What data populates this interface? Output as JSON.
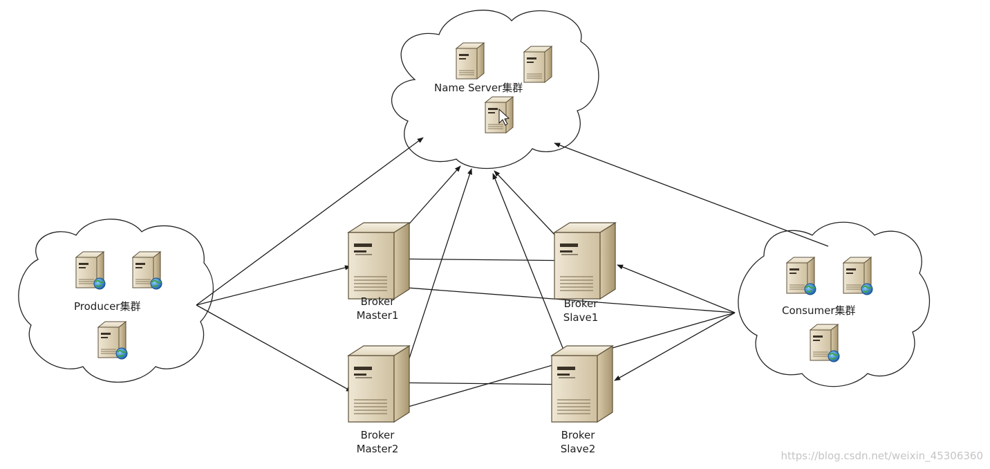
{
  "clusters": {
    "name_server": {
      "label": "Name Server集群"
    },
    "producer": {
      "label": "Producer集群"
    },
    "consumer": {
      "label": "Consumer集群"
    }
  },
  "brokers": {
    "master1": {
      "line1": "Broker",
      "line2": "Master1"
    },
    "slave1": {
      "line1": "Broker",
      "line2": "Slave1"
    },
    "master2": {
      "line1": "Broker",
      "line2": "Master2"
    },
    "slave2": {
      "line1": "Broker",
      "line2": "Slave2"
    }
  },
  "watermark": "https://blog.csdn.net/weixin_45306360",
  "colors": {
    "line": "#1a1a1a",
    "cloud_stroke": "#222222",
    "server_front": "#d9ccb0",
    "server_side": "#b8a882",
    "globe": "#2f7fc7"
  },
  "icons": [
    "server-icon",
    "server-globe-icon",
    "broker-server-icon",
    "mouse-cursor-icon"
  ]
}
